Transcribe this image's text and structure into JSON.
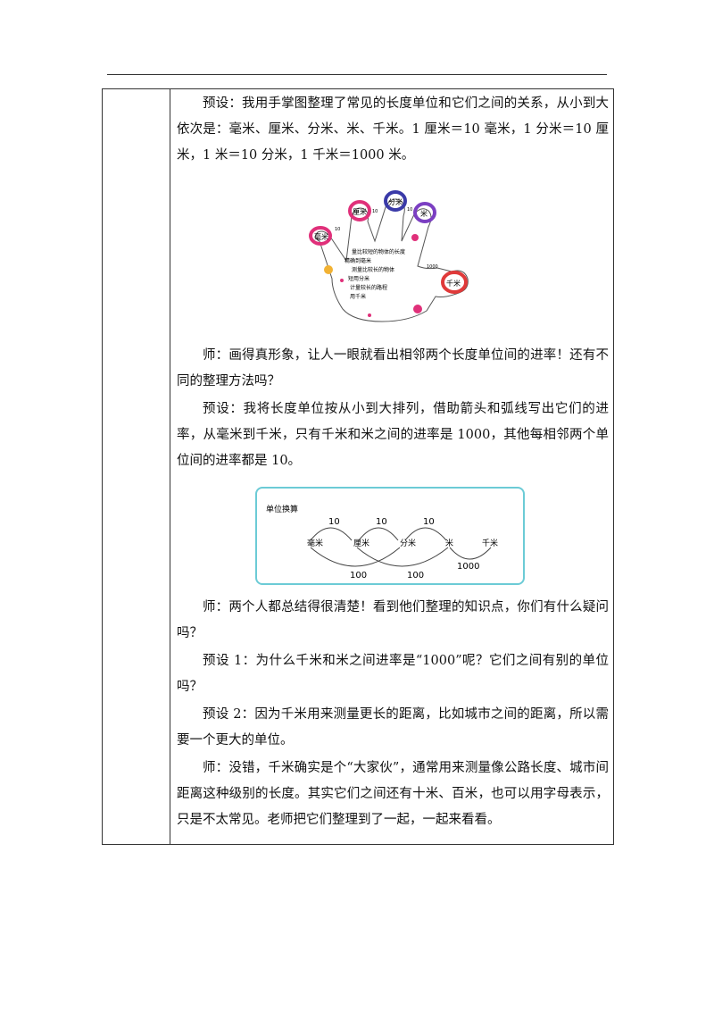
{
  "paragraphs": [
    "预设：我用手掌图整理了常见的长度单位和它们之间的关系，从小到大依次是：毫米、厘米、分米、米、千米。1 厘米＝10 毫米，1 分米＝10 厘米，1 米＝10 分米，1 千米＝1000 米。",
    "师：画得真形象，让人一眼就看出相邻两个长度单位间的进率！还有不同的整理方法吗？",
    "预设：我将长度单位按从小到大排列，借助箭头和弧线写出它们的进率，从毫米到千米，只有千米和米之间的进率是 1000，其他每相邻两个单位间的进率都是 10。",
    "师：两个人都总结得很清楚！看到他们整理的知识点，你们有什么疑问吗？",
    "预设 1：为什么千米和米之间进率是“1000”呢？它们之间有别的单位吗？",
    "预设 2：因为千米用来测量更长的距离，比如城市之间的距离，所以需要一个更大的单位。",
    "师：没错，千米确实是个“大家伙”，通常用来测量像公路长度、城市间距离这种级别的长度。其实它们之间还有十米、百米，也可以用字母表示，只是不太常见。老师把它们整理到了一起，一起来看看。"
  ],
  "hand_figure": {
    "finger_labels": [
      "毫米",
      "厘米",
      "分米",
      "米",
      "千米"
    ],
    "between_labels": [
      "10",
      "10",
      "10",
      "1000"
    ],
    "palm_notes": [
      "量比较短的物体的长度",
      "精确到毫米",
      "测量比较长的物体",
      "短用分米",
      "计量较长的路程",
      "用千米"
    ]
  },
  "conversion_figure": {
    "title": "单位换算",
    "units": [
      "毫米",
      "厘米",
      "分米",
      "米",
      "千米"
    ],
    "top_rates": [
      "10",
      "10",
      "10"
    ],
    "bottom_rates": [
      "100",
      "100",
      "1000"
    ]
  },
  "colors": {
    "frame": "#6ccbd6",
    "pink_ring": "#e0307a",
    "blue_ring": "#3a3aa8",
    "purple_ring": "#7b3fc2",
    "red_ring": "#e03a3a"
  }
}
